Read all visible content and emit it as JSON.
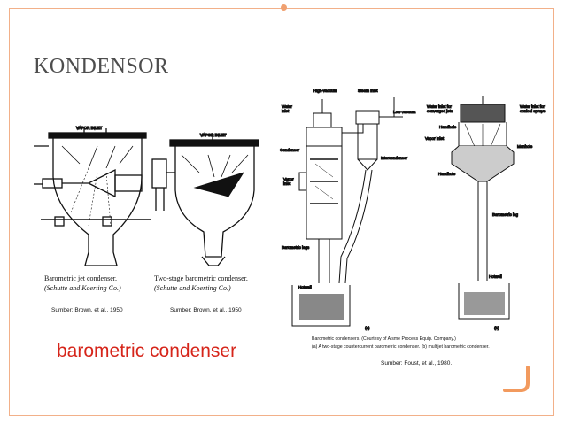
{
  "slide": {
    "title": "KONDENSOR",
    "subtitle": "barometric condenser",
    "accent_color": "#f0a070",
    "subtitle_color": "#d6251a"
  },
  "figure1": {
    "top_label": "VAPOR INLET",
    "caption_line1": "Barometric jet condenser.",
    "caption_line2": "(Schutte and Koerting Co.)",
    "source": "Sumber: Brown, et al., 1950"
  },
  "figure2": {
    "top_label": "VAPOR INLET",
    "caption_line1": "Two-stage barometric condenser.",
    "caption_line2": "(Schutte and Koerting Co.)",
    "source": "Sumber: Brown, et al., 1950"
  },
  "figure3": {
    "labels": [
      "High-vacuum ejector",
      "Steam inlet",
      "Water inlet",
      "Low-vacuum ejector",
      "Condenser",
      "Intercondenser",
      "Vapor inlet",
      "Barometric legs",
      "Hotwell"
    ],
    "panel": "(a)"
  },
  "figure4": {
    "labels": [
      "Water inlet for converged jets",
      "Water inlet for conical sprays",
      "Handhole",
      "Vapor inlet",
      "Manhole",
      "Handhole",
      "Barometric leg",
      "Hotwell"
    ],
    "panel": "(b)"
  },
  "figure_caption": {
    "line1": "Barometric condensers. (Courtesy of Alsme Process Equip. Company.)",
    "line2": "(a) A two-stage countercurrent barometric condenser. (b) multijet barometric condenser.",
    "source": "Sumber: Foust, et al., 1980."
  }
}
